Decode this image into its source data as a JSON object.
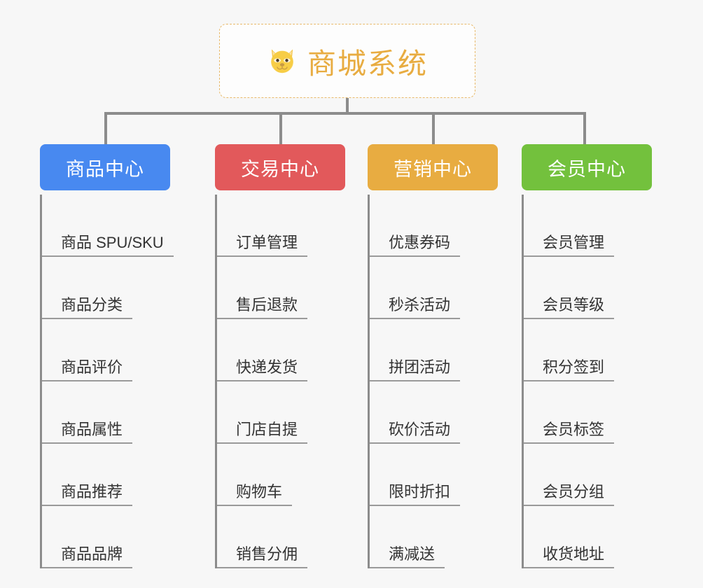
{
  "diagram": {
    "title": "商城系统",
    "root": {
      "label": "商城系统",
      "icon": "shiba-dog-face-icon",
      "border_color": "#e8b96a",
      "text_color": "#e8ac41",
      "background": "#fdfdfd"
    },
    "background_color": "#f7f7f7",
    "connector_color": "#8c8c8c",
    "leaf_text_color": "#333333",
    "leaf_underline_color": "#9a9a9a",
    "categories": [
      {
        "label": "商品中心",
        "color": "#4889f0",
        "items": [
          {
            "label": "商品 SPU/SKU"
          },
          {
            "label": "商品分类"
          },
          {
            "label": "商品评价"
          },
          {
            "label": "商品属性"
          },
          {
            "label": "商品推荐"
          },
          {
            "label": "商品品牌"
          }
        ]
      },
      {
        "label": "交易中心",
        "color": "#e2595b",
        "items": [
          {
            "label": "订单管理"
          },
          {
            "label": "售后退款"
          },
          {
            "label": "快递发货"
          },
          {
            "label": "门店自提"
          },
          {
            "label": "购物车"
          },
          {
            "label": "销售分佣"
          }
        ]
      },
      {
        "label": "营销中心",
        "color": "#e8ac41",
        "items": [
          {
            "label": "优惠券码"
          },
          {
            "label": "秒杀活动"
          },
          {
            "label": "拼团活动"
          },
          {
            "label": "砍价活动"
          },
          {
            "label": "限时折扣"
          },
          {
            "label": "满减送"
          }
        ]
      },
      {
        "label": "会员中心",
        "color": "#73c13d",
        "items": [
          {
            "label": "会员管理"
          },
          {
            "label": "会员等级"
          },
          {
            "label": "积分签到"
          },
          {
            "label": "会员标签"
          },
          {
            "label": "会员分组"
          },
          {
            "label": "收货地址"
          }
        ]
      }
    ]
  }
}
